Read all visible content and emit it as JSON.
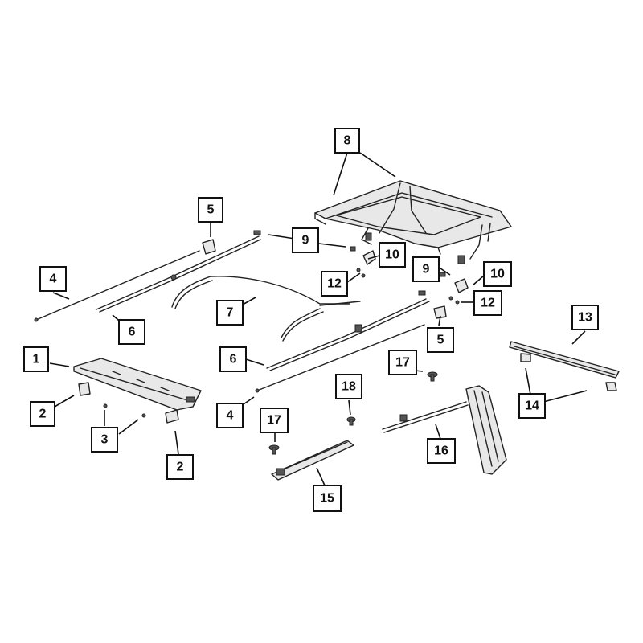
{
  "diagram": {
    "callouts": [
      {
        "id": "c8",
        "label": "8"
      },
      {
        "id": "c5a",
        "label": "5"
      },
      {
        "id": "c9a",
        "label": "9"
      },
      {
        "id": "c10a",
        "label": "10"
      },
      {
        "id": "c4a",
        "label": "4"
      },
      {
        "id": "c12a",
        "label": "12"
      },
      {
        "id": "c9b",
        "label": "9"
      },
      {
        "id": "c10b",
        "label": "10"
      },
      {
        "id": "c7",
        "label": "7"
      },
      {
        "id": "c12b",
        "label": "12"
      },
      {
        "id": "c6a",
        "label": "6"
      },
      {
        "id": "c13",
        "label": "13"
      },
      {
        "id": "c5b",
        "label": "5"
      },
      {
        "id": "c1",
        "label": "1"
      },
      {
        "id": "c6b",
        "label": "6"
      },
      {
        "id": "c17a",
        "label": "17"
      },
      {
        "id": "c18",
        "label": "18"
      },
      {
        "id": "c14",
        "label": "14"
      },
      {
        "id": "c2a",
        "label": "2"
      },
      {
        "id": "c4b",
        "label": "4"
      },
      {
        "id": "c17b",
        "label": "17"
      },
      {
        "id": "c3",
        "label": "3"
      },
      {
        "id": "c16",
        "label": "16"
      },
      {
        "id": "c2b",
        "label": "2"
      },
      {
        "id": "c15",
        "label": "15"
      }
    ]
  }
}
